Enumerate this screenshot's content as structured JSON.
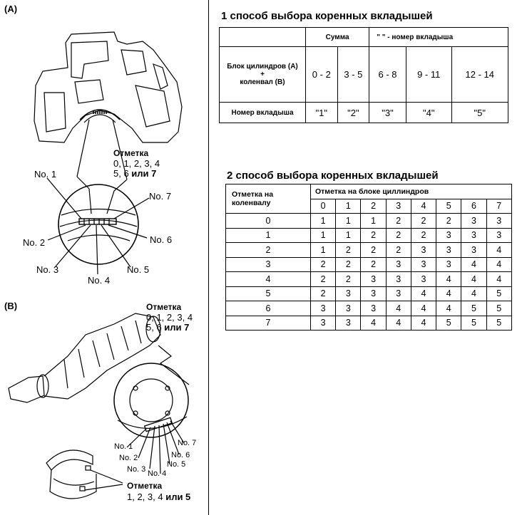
{
  "panel_a": {
    "letter": "(A)",
    "mark_title": "Отметка",
    "mark_values_1": "0, 1, 2, 3, 4",
    "mark_values_2a": "5, 6 ",
    "mark_values_2b": "или 7",
    "no1": "No. 1",
    "no2": "No. 2",
    "no3": "No. 3",
    "no4": "No. 4",
    "no5": "No. 5",
    "no6": "No. 6",
    "no7": "No. 7"
  },
  "panel_b": {
    "letter": "(B)",
    "mark_title": "Отметка",
    "mark_values_1": "0, 1, 2, 3, 4",
    "mark_values_2a": "5, 6 ",
    "mark_values_2b": "или 7",
    "no1": "No. 1",
    "no2": "No. 2",
    "no3": "No. 3",
    "no4": "No. 4",
    "no5": "No. 5",
    "no6": "No. 6",
    "no7": "No. 7",
    "bearing_mark_title": "Отметка",
    "bearing_mark_values_a": "1, 2, 3, 4 ",
    "bearing_mark_values_b": "или 5"
  },
  "table1": {
    "title": "1 способ выбора коренных вкладышей",
    "sum_label": "Сумма",
    "bearing_no_header": "\"  \" - номер вкладыша",
    "row1_head_a": "Блок цилиндров (A)",
    "row1_head_b": "+",
    "row1_head_c": "коленвал (B)",
    "sums": [
      "0 - 2",
      "3 - 5",
      "6 - 8",
      "9 - 11",
      "12 - 14"
    ],
    "row2_head": "Номер вкладыша",
    "bearing_numbers": [
      "\"1\"",
      "\"2\"",
      "\"3\"",
      "\"4\"",
      "\"5\""
    ]
  },
  "table2": {
    "title": "2 способ выбора коренных вкладышей",
    "corner_label_a": "Отметка на",
    "corner_label_b": "коленвалу",
    "top_label": "Отметка на блоке циллиндров",
    "columns": [
      "0",
      "1",
      "2",
      "3",
      "4",
      "5",
      "6",
      "7"
    ],
    "rows": [
      {
        "h": "0",
        "v": [
          "1",
          "1",
          "1",
          "2",
          "2",
          "2",
          "3",
          "3"
        ]
      },
      {
        "h": "1",
        "v": [
          "1",
          "1",
          "2",
          "2",
          "2",
          "3",
          "3",
          "3"
        ]
      },
      {
        "h": "2",
        "v": [
          "1",
          "2",
          "2",
          "2",
          "3",
          "3",
          "3",
          "4"
        ]
      },
      {
        "h": "3",
        "v": [
          "2",
          "2",
          "2",
          "3",
          "3",
          "3",
          "4",
          "4"
        ]
      },
      {
        "h": "4",
        "v": [
          "2",
          "2",
          "3",
          "3",
          "3",
          "4",
          "4",
          "4"
        ]
      },
      {
        "h": "5",
        "v": [
          "2",
          "3",
          "3",
          "3",
          "4",
          "4",
          "4",
          "5"
        ]
      },
      {
        "h": "6",
        "v": [
          "3",
          "3",
          "3",
          "4",
          "4",
          "4",
          "5",
          "5"
        ]
      },
      {
        "h": "7",
        "v": [
          "3",
          "3",
          "4",
          "4",
          "4",
          "5",
          "5",
          "5"
        ]
      }
    ]
  }
}
